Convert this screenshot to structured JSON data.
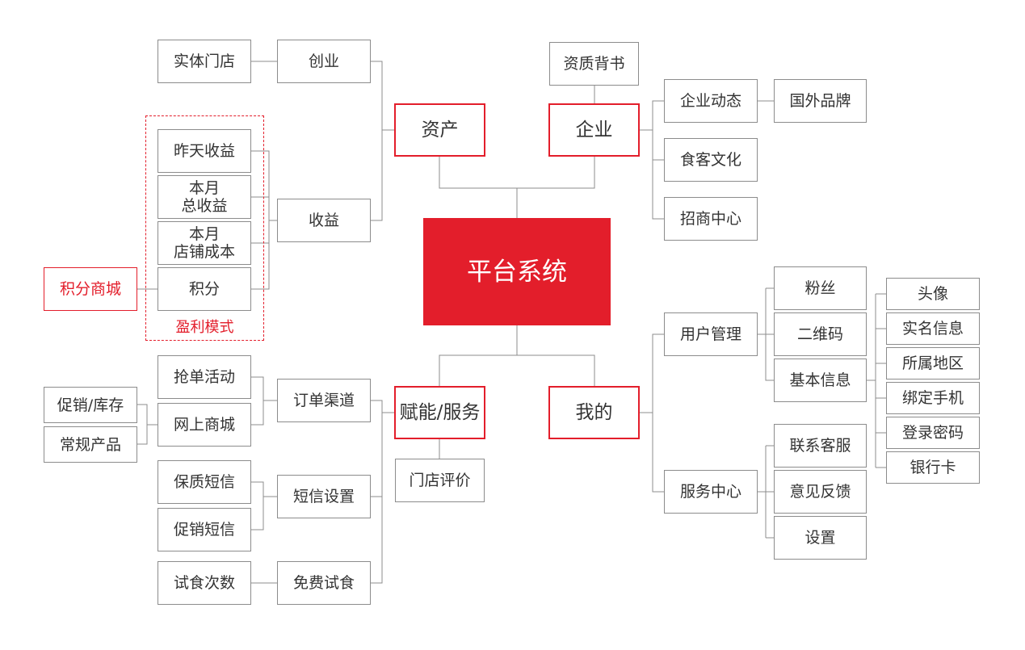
{
  "colors": {
    "accent": "#e31e2b",
    "border": "#8c8c8c",
    "line": "#8c8c8c",
    "text": "#333333"
  },
  "nodes": {
    "center": "平台系统",
    "assets": "资产",
    "enterprise": "企业",
    "empower": "赋能/服务",
    "mine": "我的",
    "store": "实体门店",
    "startup": "创业",
    "yesterday": "昨天收益",
    "month_total": "本月\n总收益",
    "month_cost": "本月\n店铺成本",
    "points": "积分",
    "income": "收益",
    "points_mall": "积分商城",
    "profit_model": "盈利模式",
    "qualification": "资质背书",
    "news": "企业动态",
    "foreign_brand": "国外品牌",
    "culture": "食客文化",
    "investment": "招商中心",
    "grab": "抢单活动",
    "online_mall": "网上商城",
    "promo_stock": "促销/库存",
    "regular": "常规产品",
    "order_channel": "订单渠道",
    "warranty_sms": "保质短信",
    "promo_sms": "促销短信",
    "sms_settings": "短信设置",
    "trial_count": "试食次数",
    "free_trial": "免费试食",
    "store_review": "门店评价",
    "user_mgmt": "用户管理",
    "fans": "粉丝",
    "qrcode": "二维码",
    "basic_info": "基本信息",
    "avatar": "头像",
    "realname": "实名信息",
    "region": "所属地区",
    "bind_phone": "绑定手机",
    "login_pwd": "登录密码",
    "bank_card": "银行卡",
    "service_center": "服务中心",
    "contact_cs": "联系客服",
    "feedback": "意见反馈",
    "settings": "设置"
  }
}
